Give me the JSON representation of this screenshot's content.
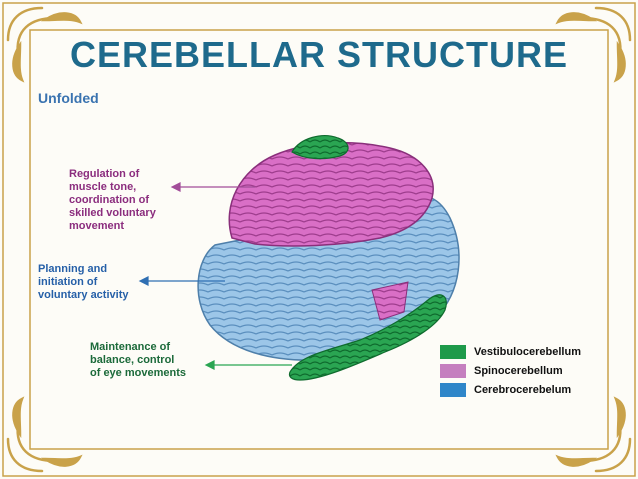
{
  "title": "CEREBELLAR STRUCTURE",
  "subtitle": "Unfolded",
  "labels": {
    "regulation": "Regulation of\nmuscle tone,\ncoordination of\nskilled voluntary\nmovement",
    "planning": "Planning and\ninitiation of\nvoluntary activity",
    "maintenance": "Maintenance of\nbalance, control\nof eye movements"
  },
  "legend": [
    {
      "label": "Vestibulocerebellum",
      "color": "#1e9a4a"
    },
    {
      "label": "Spinocerebellum",
      "color": "#c57fbf"
    },
    {
      "label": "Cerebrocerebelum",
      "color": "#2f86c9"
    }
  ],
  "colors": {
    "title": "#1e6a8c",
    "frame": "#c9a24a",
    "vestibulo": "#1e9a4a",
    "spino": "#c567b6",
    "cerebro": "#8dbbe0"
  }
}
